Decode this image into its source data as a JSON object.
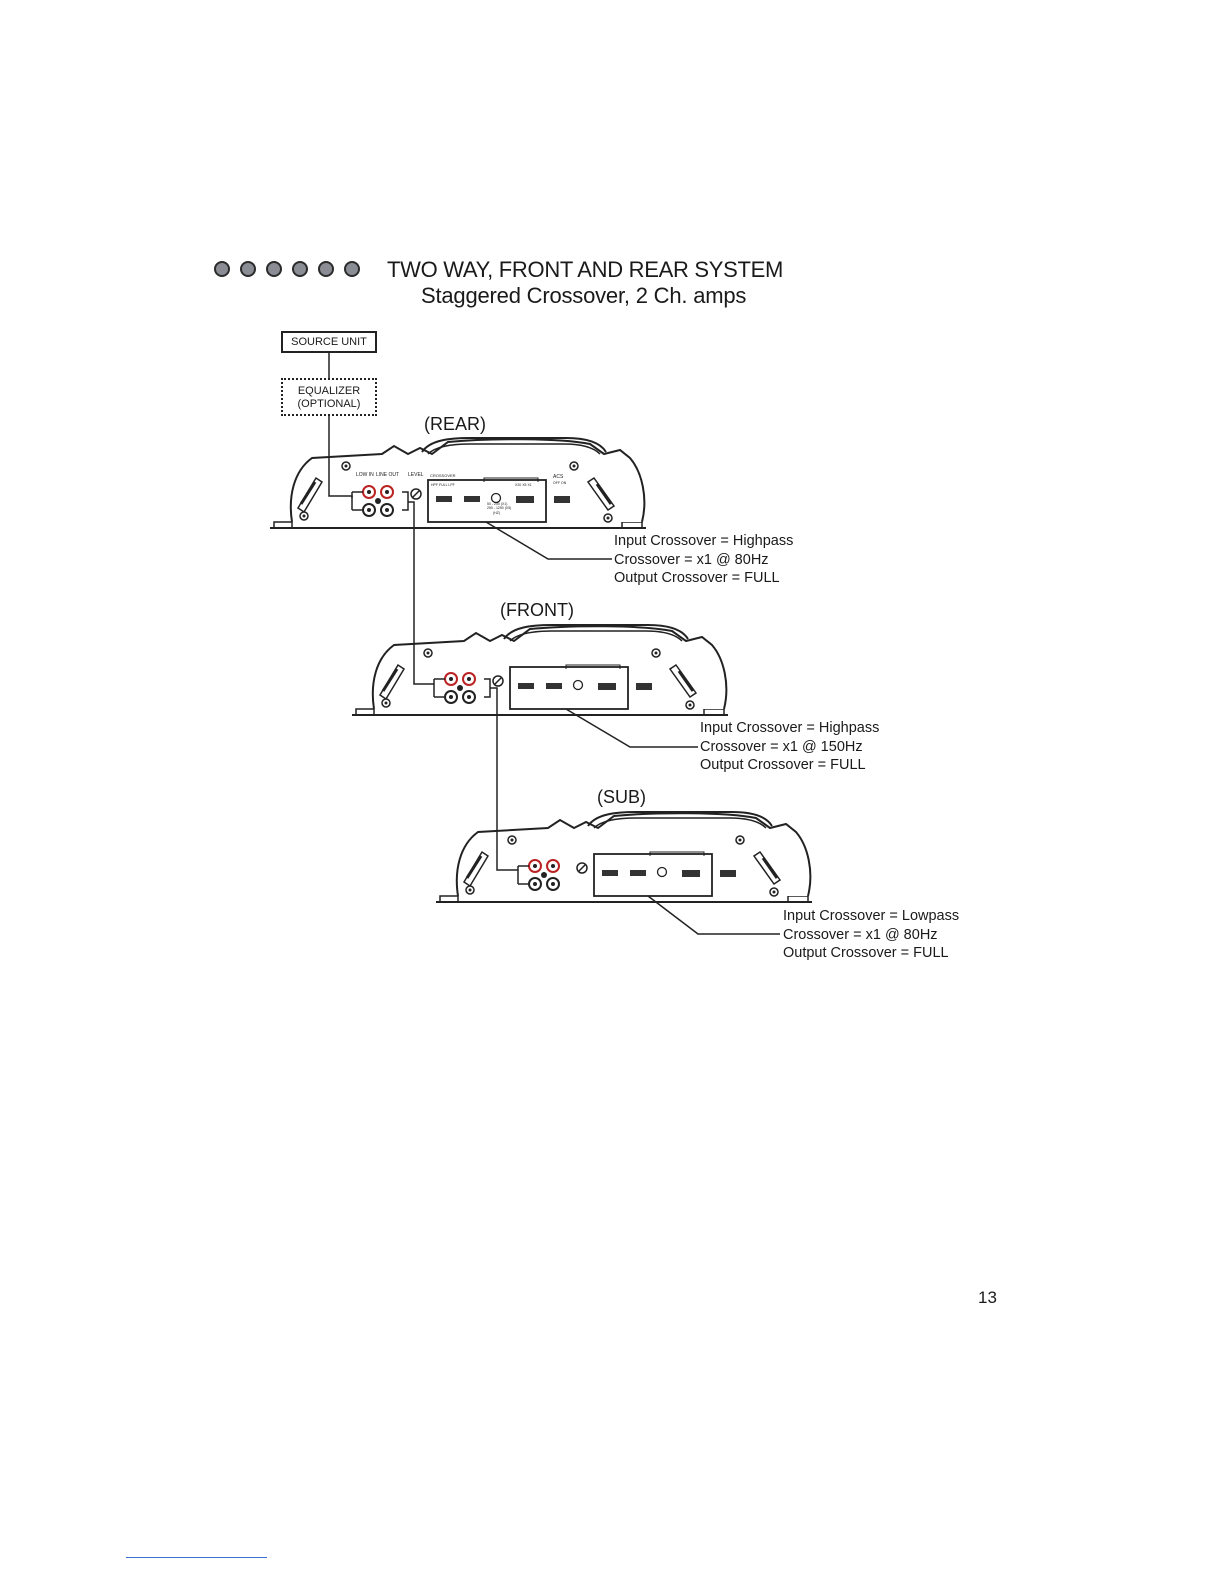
{
  "header": {
    "bullet_count": 6,
    "title": "TWO WAY, FRONT AND REAR SYSTEM",
    "subtitle": "Staggered Crossover, 2 Ch. amps"
  },
  "diagram": {
    "source_unit": "SOURCE UNIT",
    "equalizer_line1": "EQUALIZER",
    "equalizer_line2": "(OPTIONAL)",
    "panel_labels": {
      "low_in": "LOW IN",
      "line_out": "LINE OUT",
      "level": "LEVEL",
      "crossover": "CROSSOVER",
      "hpf_full_lpf": "HPF FULL LPF",
      "acs": "ACS",
      "off_on": "OFF ON",
      "mult": "X20 X5 X1",
      "freq1": "50 - 250 (X1)",
      "freq2": "250 - 1250 (X5)",
      "hz": "(HZ)"
    },
    "amps": [
      {
        "label": "(REAR)",
        "setting1": "Input Crossover = Highpass",
        "setting2": "Crossover = x1  @ 80Hz",
        "setting3": "Output Crossover = FULL"
      },
      {
        "label": "(FRONT)",
        "setting1": "Input Crossover = Highpass",
        "setting2": "Crossover = x1  @ 150Hz",
        "setting3": "Output Crossover = FULL"
      },
      {
        "label": "(SUB)",
        "setting1": "Input Crossover = Lowpass",
        "setting2": "Crossover = x1  @ 80Hz",
        "setting3": "Output Crossover = FULL"
      }
    ]
  },
  "page_number": "13"
}
